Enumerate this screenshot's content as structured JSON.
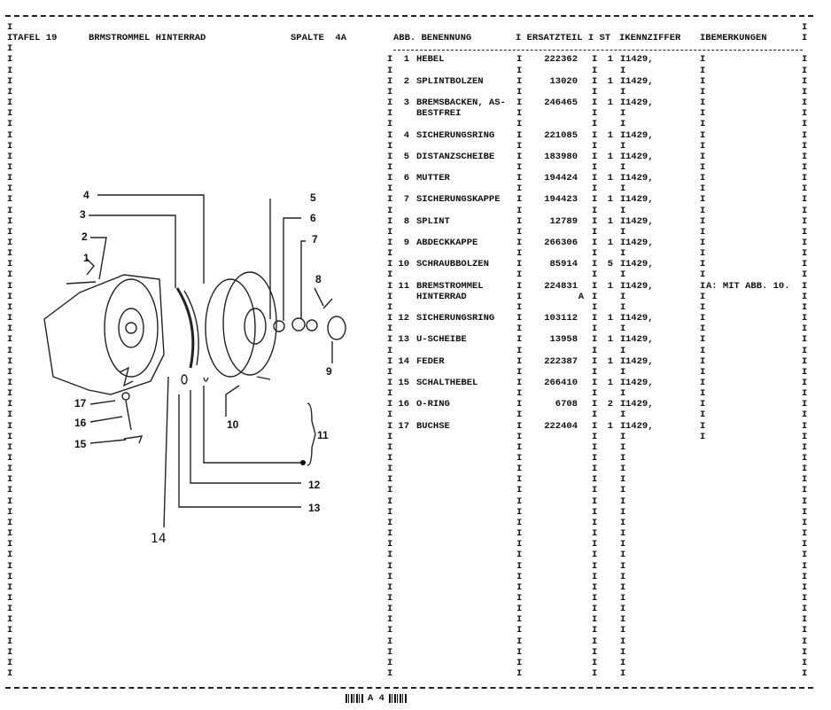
{
  "header": {
    "tafel": "TAFEL 19",
    "title": "BRMSTROMMEL HINTERRAD",
    "spalte": "SPALTE  4A",
    "columns": {
      "abb": "ABB. BENENNUNG",
      "ersatzteil": "I ERSATZTEIL I ST",
      "kennziffer": "IKENNZIFFER",
      "bemerkungen": "IBEMERKUNGEN"
    }
  },
  "items": [
    {
      "abb": "1",
      "name": [
        "HEBEL"
      ],
      "part": "222362",
      "qty": "1",
      "kenn": "1429,",
      "remark": ""
    },
    {
      "abb": "2",
      "name": [
        "SPLINTBOLZEN"
      ],
      "part": "13020",
      "qty": "1",
      "kenn": "1429,",
      "remark": ""
    },
    {
      "abb": "3",
      "name": [
        "BREMSBACKEN, AS-",
        "BESTFREI"
      ],
      "part": "246465",
      "qty": "1",
      "kenn": "1429,",
      "remark": ""
    },
    {
      "abb": "4",
      "name": [
        "SICHERUNGSRING"
      ],
      "part": "221085",
      "qty": "1",
      "kenn": "1429,",
      "remark": ""
    },
    {
      "abb": "5",
      "name": [
        "DISTANZSCHEIBE"
      ],
      "part": "183980",
      "qty": "1",
      "kenn": "1429,",
      "remark": ""
    },
    {
      "abb": "6",
      "name": [
        "MUTTER"
      ],
      "part": "194424",
      "qty": "1",
      "kenn": "1429,",
      "remark": ""
    },
    {
      "abb": "7",
      "name": [
        "SICHERUNGSKAPPE"
      ],
      "part": "194423",
      "qty": "1",
      "kenn": "1429,",
      "remark": ""
    },
    {
      "abb": "8",
      "name": [
        "SPLINT"
      ],
      "part": "12789",
      "qty": "1",
      "kenn": "1429,",
      "remark": ""
    },
    {
      "abb": "9",
      "name": [
        "ABDECKKAPPE"
      ],
      "part": "266306",
      "qty": "1",
      "kenn": "1429,",
      "remark": ""
    },
    {
      "abb": "10",
      "name": [
        "SCHRAUBBOLZEN"
      ],
      "part": "85914",
      "qty": "5",
      "kenn": "1429,",
      "remark": ""
    },
    {
      "abb": "11",
      "name": [
        "BREMSTROMMEL",
        "HINTERRAD"
      ],
      "part": "224831",
      "part_suffix": "A",
      "qty": "1",
      "kenn": "1429,",
      "remark": "A: MIT ABB. 10."
    },
    {
      "abb": "12",
      "name": [
        "SICHERUNGSRING"
      ],
      "part": "103112",
      "qty": "1",
      "kenn": "1429,",
      "remark": ""
    },
    {
      "abb": "13",
      "name": [
        "U-SCHEIBE"
      ],
      "part": "13958",
      "qty": "1",
      "kenn": "1429,",
      "remark": ""
    },
    {
      "abb": "14",
      "name": [
        "FEDER"
      ],
      "part": "222387",
      "qty": "1",
      "kenn": "1429,",
      "remark": ""
    },
    {
      "abb": "15",
      "name": [
        "SCHALTHEBEL"
      ],
      "part": "266410",
      "qty": "1",
      "kenn": "1429,",
      "remark": ""
    },
    {
      "abb": "16",
      "name": [
        "O-RING"
      ],
      "part": "6708",
      "qty": "2",
      "kenn": "1429,",
      "remark": ""
    },
    {
      "abb": "17",
      "name": [
        "BUCHSE"
      ],
      "part": "222404",
      "qty": "1",
      "kenn": "1429,",
      "remark": ""
    }
  ],
  "diagram_labels": [
    "1",
    "2",
    "3",
    "4",
    "5",
    "6",
    "7",
    "8",
    "9",
    "10",
    "11",
    "12",
    "13",
    "14",
    "15",
    "16",
    "17"
  ],
  "footer": {
    "page": "A 4"
  }
}
